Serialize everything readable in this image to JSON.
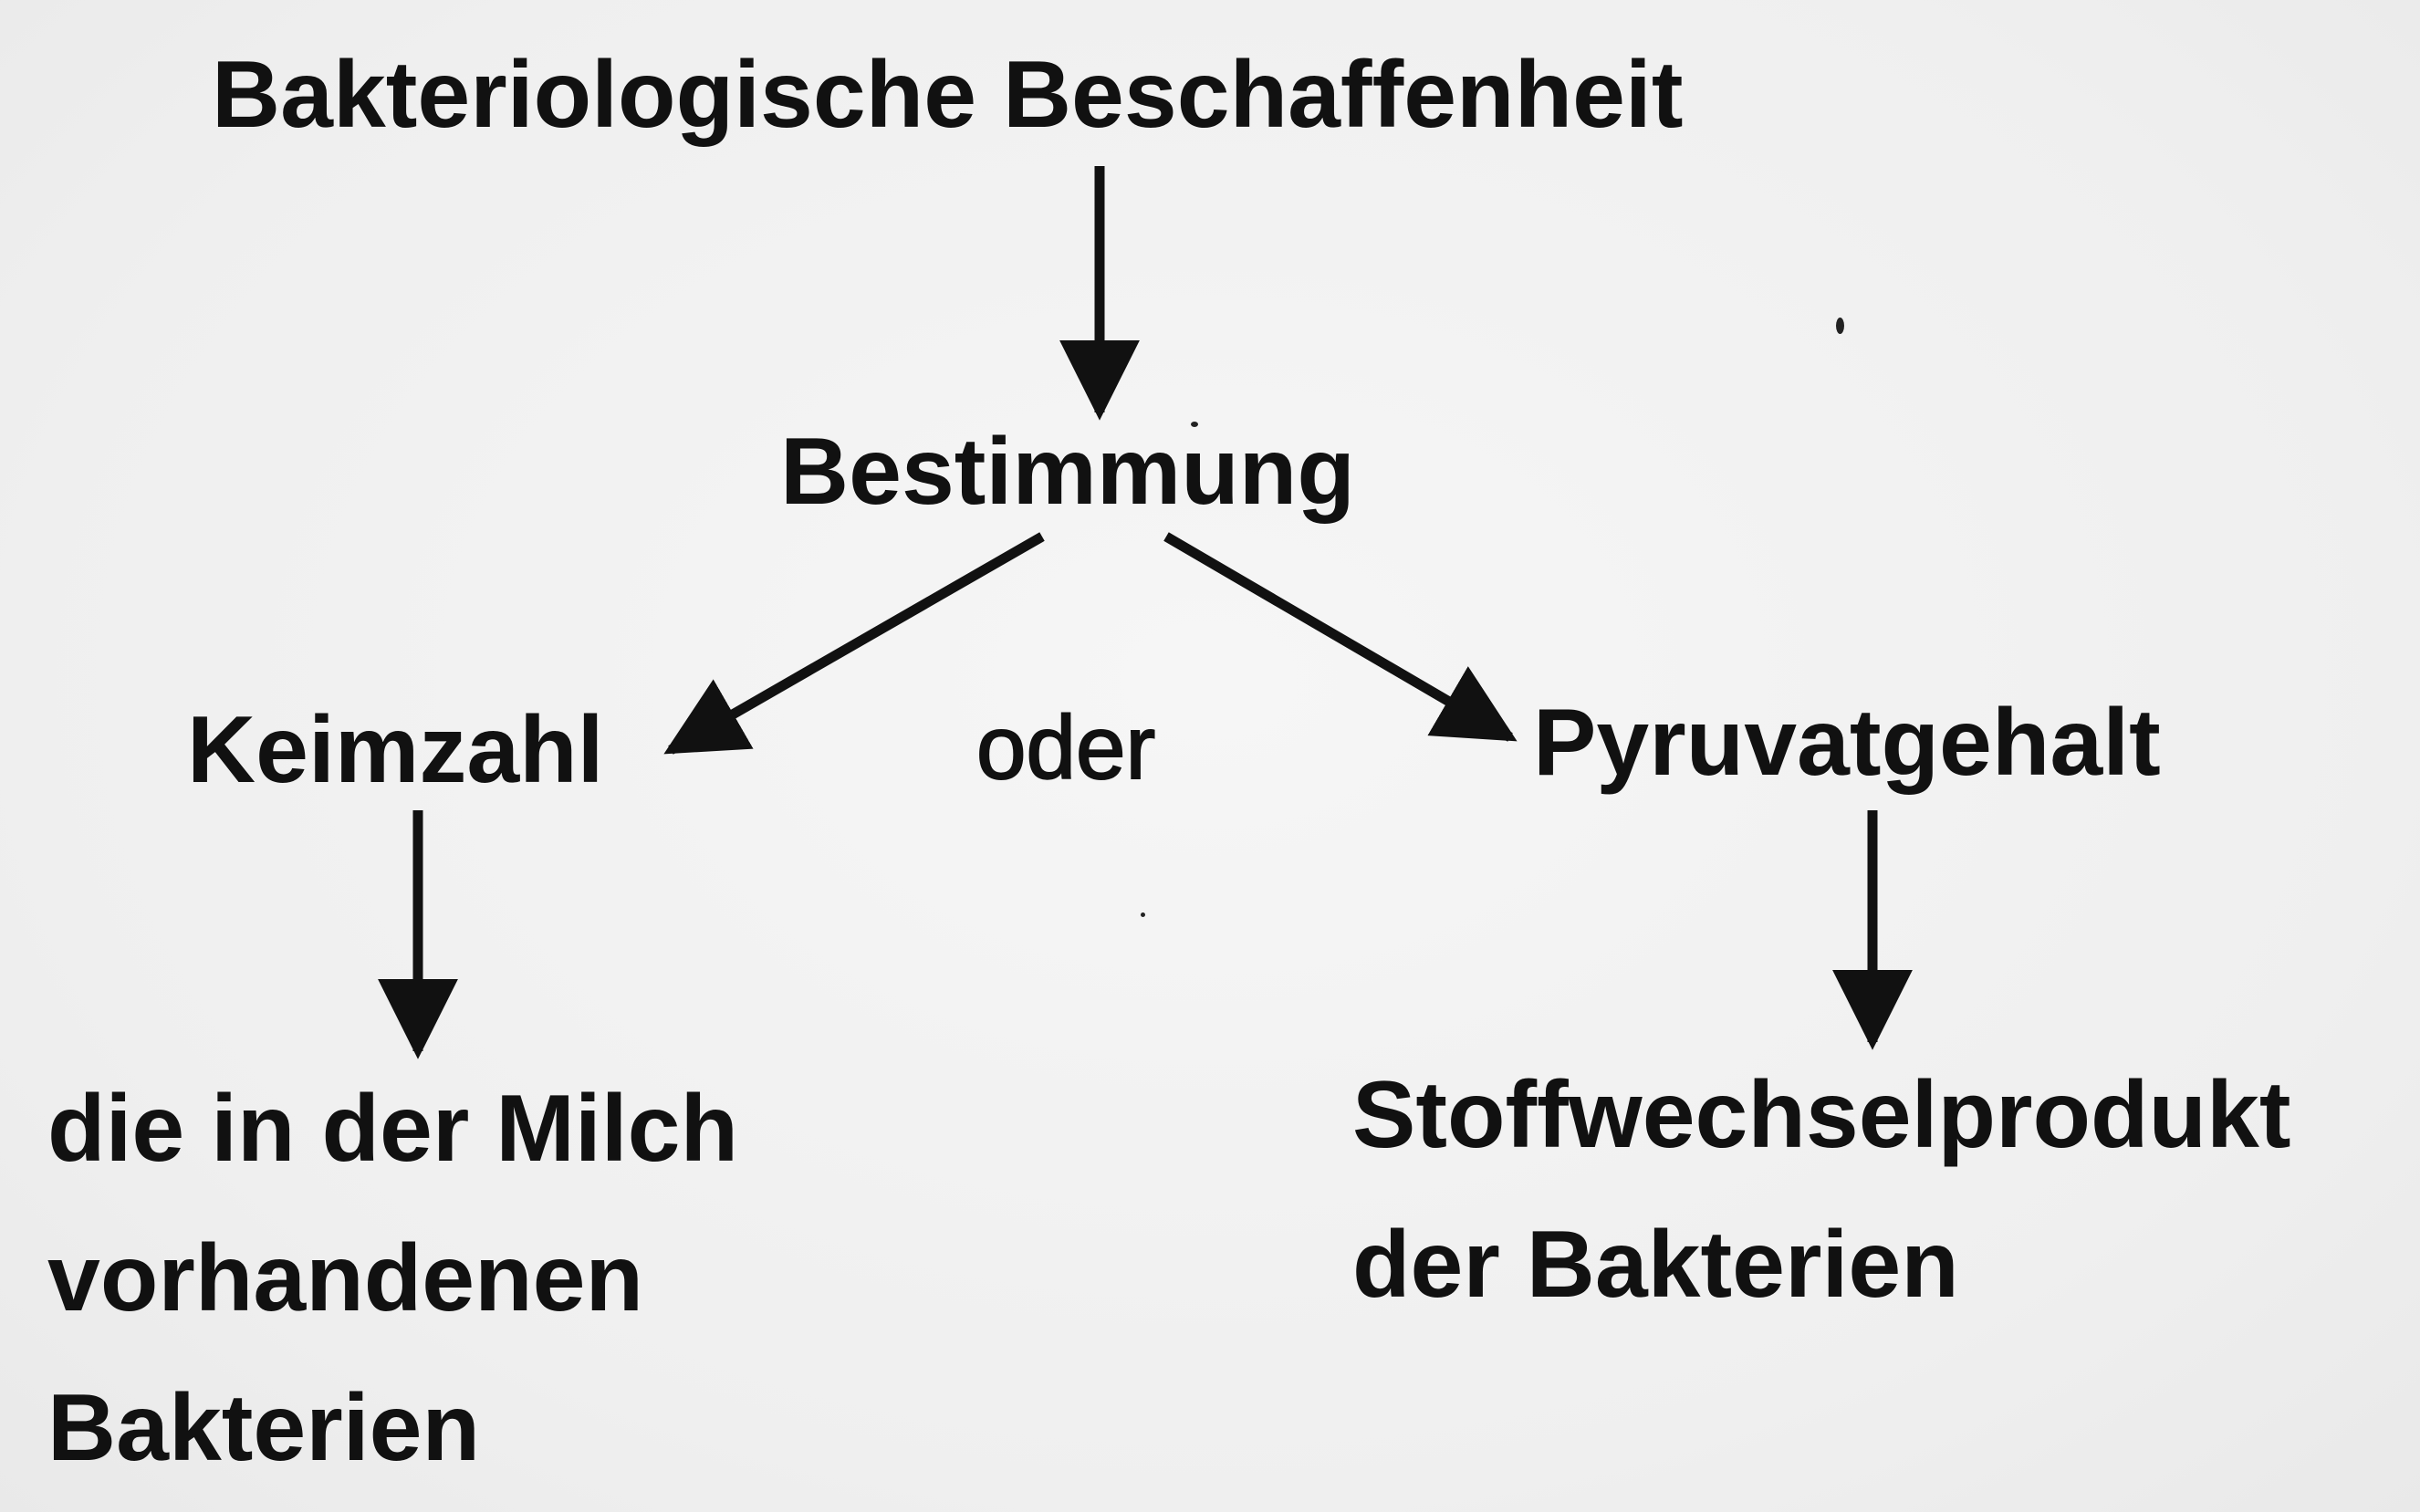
{
  "diagram": {
    "title": "Bakteriologische Beschaffenheit",
    "middle": "Bestimmung",
    "left_branch": "Keimzahl",
    "connector": "oder",
    "right_branch": "Pyruvatgehalt",
    "left_description": [
      "die in der Milch",
      "vorhandenen",
      "Bakterien"
    ],
    "right_description": [
      "Stoffwechselprodukt",
      "der Bakterien"
    ]
  },
  "colors": {
    "background": "#f2f2f2",
    "ink": "#111111"
  }
}
